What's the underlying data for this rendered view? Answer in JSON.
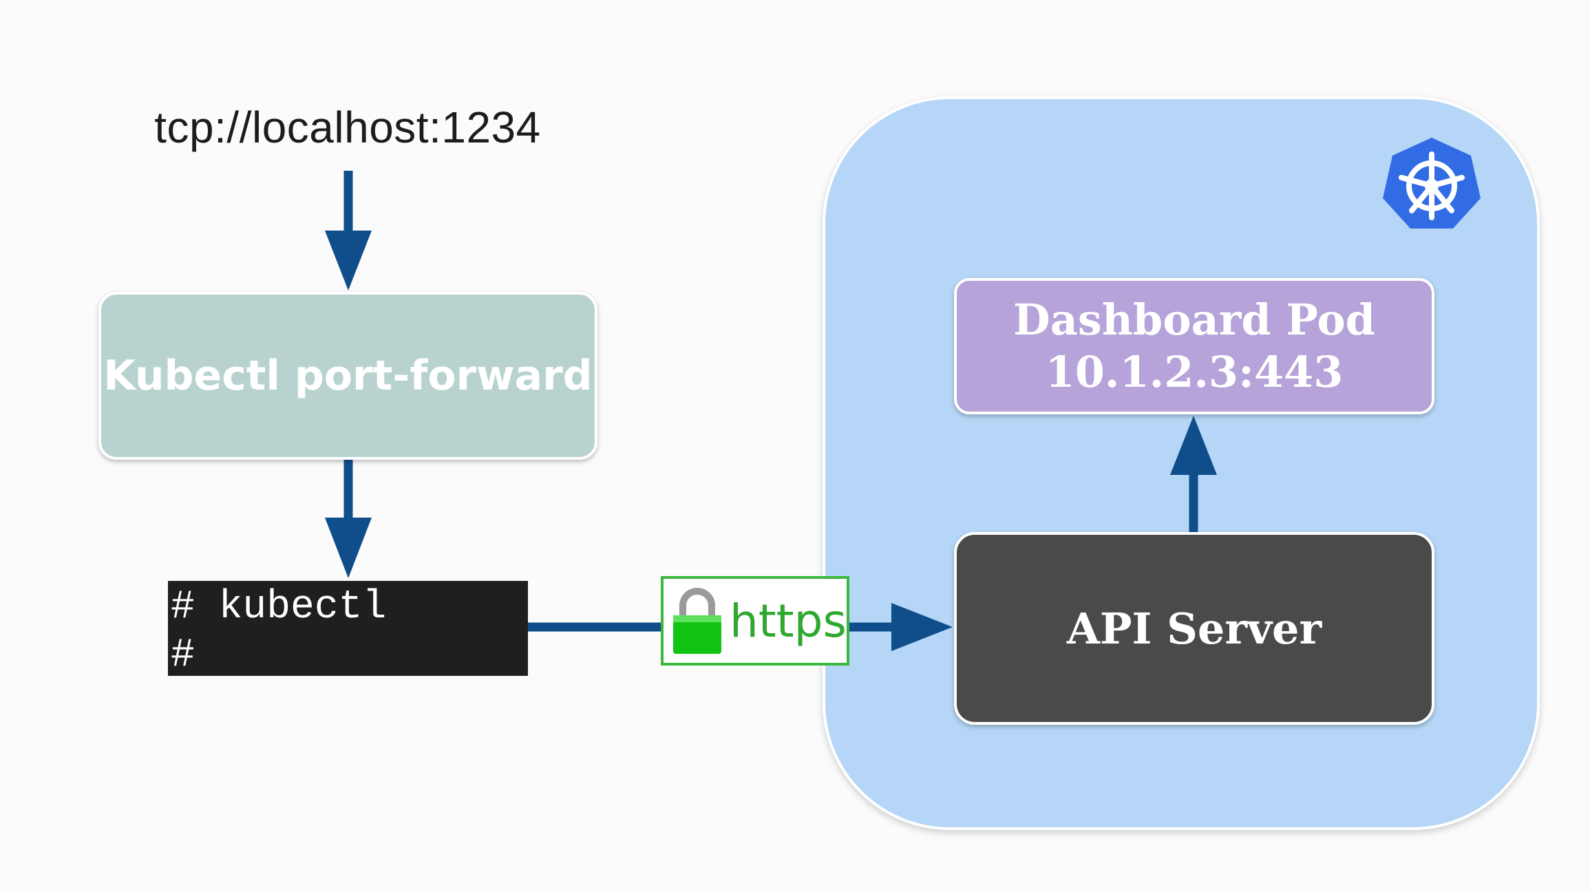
{
  "source": {
    "url": "tcp://localhost:1234"
  },
  "portforward": {
    "label": "Kubectl port-forward"
  },
  "terminal": {
    "line1": "# kubectl",
    "line2": "#"
  },
  "connection": {
    "protocol": "https",
    "icon": "lock-icon",
    "color": "#2fa82f"
  },
  "cluster": {
    "logo": "kubernetes-helm-icon",
    "dashboard": {
      "line1": "Dashboard Pod",
      "line2": "10.1.2.3:443"
    },
    "api_server": {
      "label": "API Server"
    }
  },
  "colors": {
    "arrow": "#0f4e8a",
    "cluster_bg": "#b5d6f6",
    "portforward_bg": "#b8d3cf",
    "dashboard_bg": "#b5a3da",
    "api_server_bg": "#4a4a4a",
    "k8s_blue": "#326ce5"
  }
}
